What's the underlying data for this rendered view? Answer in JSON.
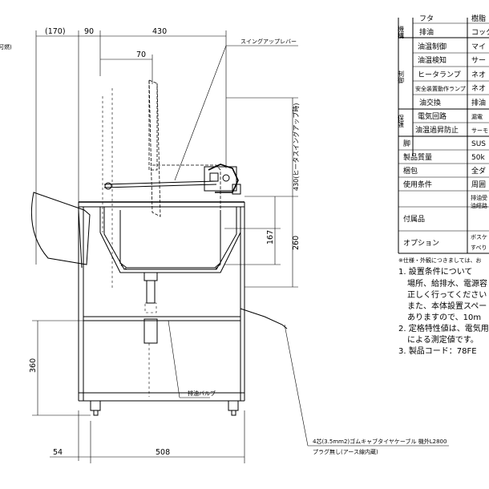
{
  "dimensions": {
    "top_left": "(170)",
    "top_mid": "90",
    "top_right": "430",
    "handle_offset": "70",
    "side_height_lifted": "430(ヒータスイングアップ時)",
    "side_167": "167",
    "side_260": "260",
    "side_360": "360",
    "bottom_left": "54",
    "bottom_width": "508"
  },
  "annotations": {
    "swing_lever": "スイングアップレバー",
    "drain_valve": "排油バルブ",
    "cable": "4芯(3.5mm2)ゴムキャブタイヤケーブル 機外L2800",
    "plug": "プラグ無し(アース線内蔵)",
    "left_edge_fragment": "可燃)"
  },
  "spec_table": {
    "groups": [
      {
        "label": "機構",
        "rows": [
          {
            "item": "フタ",
            "value": "樹脂"
          },
          {
            "item": "排油",
            "value": "コック"
          }
        ]
      },
      {
        "label": "制御",
        "rows": [
          {
            "item": "油温制御",
            "value": "マイ"
          },
          {
            "item": "油温検知",
            "value": "サー"
          },
          {
            "item": "ヒータランプ",
            "value": "ネオ"
          },
          {
            "item": "安全装置動作ランプ",
            "value": "ネオ"
          },
          {
            "item": "油交換",
            "value": "排油"
          }
        ]
      },
      {
        "label": "保護",
        "rows": [
          {
            "item": "電気回路",
            "value": "漏電"
          },
          {
            "item": "油温過昇防止",
            "value": "サーモ"
          }
        ]
      }
    ],
    "single_rows": [
      {
        "item": "脚",
        "value": "SUS"
      },
      {
        "item": "製品質量",
        "value": "50k"
      },
      {
        "item": "梱包",
        "value": "全ダ"
      },
      {
        "item": "使用条件",
        "value": "周囲"
      },
      {
        "item": "付属品",
        "value": "排油受",
        "value2": "油経路"
      },
      {
        "item": "オプション",
        "value": "ボスケ",
        "value2": "すべり"
      }
    ]
  },
  "notes": {
    "header": "※仕様・外観につきましては、お",
    "items": [
      "1. 設置条件について",
      "場所、給排水、電源容",
      "正しく行ってください",
      "また、本体設置スペー",
      "ありますので、10m",
      "2. 定格特性値は、電気用",
      "による測定値です。",
      "3. 製品コード：78FE"
    ]
  }
}
